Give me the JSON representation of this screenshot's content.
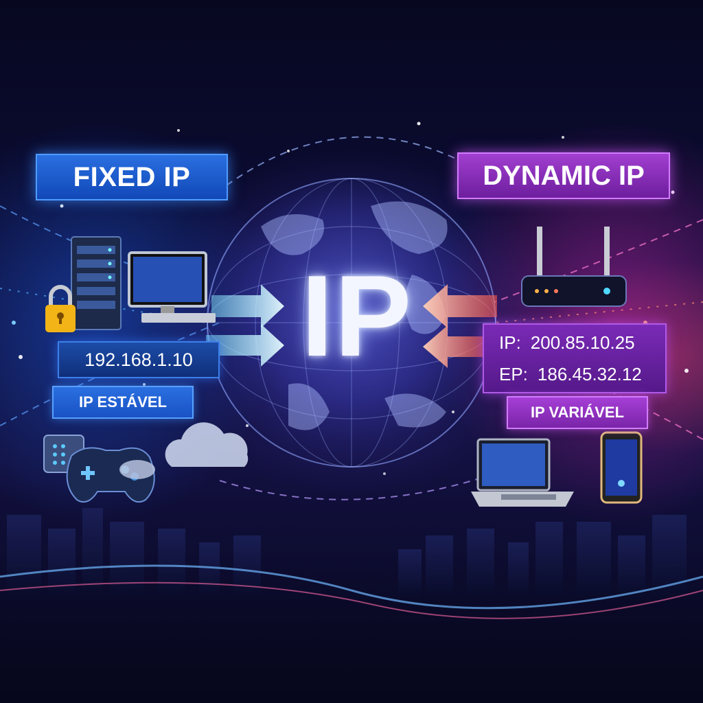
{
  "fixed": {
    "title": "FIXED IP",
    "address": "192.168.1.10",
    "caption": "IP ESTÁVEL",
    "accent": "#1a5ad6",
    "icons": [
      "server-icon",
      "monitor-icon",
      "lock-icon",
      "smart-speaker-icon",
      "gamepad-icon",
      "cloud-icon"
    ]
  },
  "center": {
    "label": "IP"
  },
  "dynamic": {
    "title": "DYNAMIC IP",
    "row1_prefix": "IP:",
    "row1_value": "200.85.10.25",
    "row2_prefix": "EP:",
    "row2_value": "186.45.32.12",
    "caption": "IP VARIÁVEL",
    "accent": "#8a2fc4",
    "icons": [
      "router-icon",
      "laptop-icon",
      "smartphone-icon"
    ]
  }
}
